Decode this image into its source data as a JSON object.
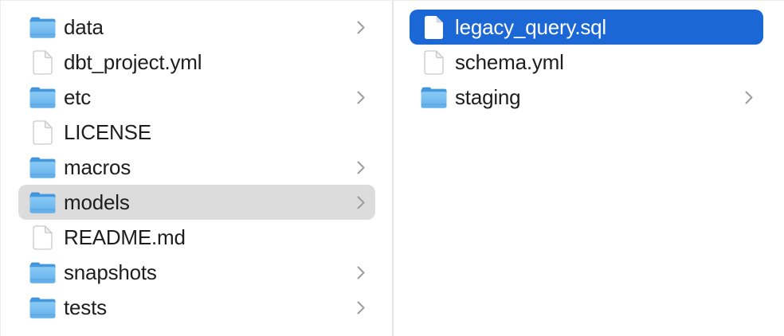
{
  "app": {
    "name": "Finder column view",
    "view_mode": "columns"
  },
  "colors": {
    "background": "#ffffff",
    "selection_blue": "#1a67d5",
    "selection_gray": "#dcdcdc",
    "text": "#1e1e1e",
    "text_selected": "#ffffff",
    "chevron": "#9c9c9c",
    "divider": "#e3e3e3"
  },
  "icons": {
    "folder": "folder-icon",
    "document": "document-icon",
    "chevron": "chevron-right-icon"
  },
  "columns": [
    {
      "name": "parent-column",
      "items": [
        {
          "label": "data",
          "type": "folder",
          "chevron": true,
          "selected": false,
          "selection_style": null
        },
        {
          "label": "dbt_project.yml",
          "type": "file",
          "chevron": false,
          "selected": false,
          "selection_style": null
        },
        {
          "label": "etc",
          "type": "folder",
          "chevron": true,
          "selected": false,
          "selection_style": null
        },
        {
          "label": "LICENSE",
          "type": "file",
          "chevron": false,
          "selected": false,
          "selection_style": null
        },
        {
          "label": "macros",
          "type": "folder",
          "chevron": true,
          "selected": false,
          "selection_style": null
        },
        {
          "label": "models",
          "type": "folder",
          "chevron": true,
          "selected": true,
          "selection_style": "inactive-gray"
        },
        {
          "label": "README.md",
          "type": "file",
          "chevron": false,
          "selected": false,
          "selection_style": null
        },
        {
          "label": "snapshots",
          "type": "folder",
          "chevron": true,
          "selected": false,
          "selection_style": null
        },
        {
          "label": "tests",
          "type": "folder",
          "chevron": true,
          "selected": false,
          "selection_style": null
        }
      ]
    },
    {
      "name": "models-column",
      "items": [
        {
          "label": "legacy_query.sql",
          "type": "file",
          "chevron": false,
          "selected": true,
          "selection_style": "active-blue"
        },
        {
          "label": "schema.yml",
          "type": "file",
          "chevron": false,
          "selected": false,
          "selection_style": null
        },
        {
          "label": "staging",
          "type": "folder",
          "chevron": true,
          "selected": false,
          "selection_style": null
        }
      ]
    }
  ]
}
